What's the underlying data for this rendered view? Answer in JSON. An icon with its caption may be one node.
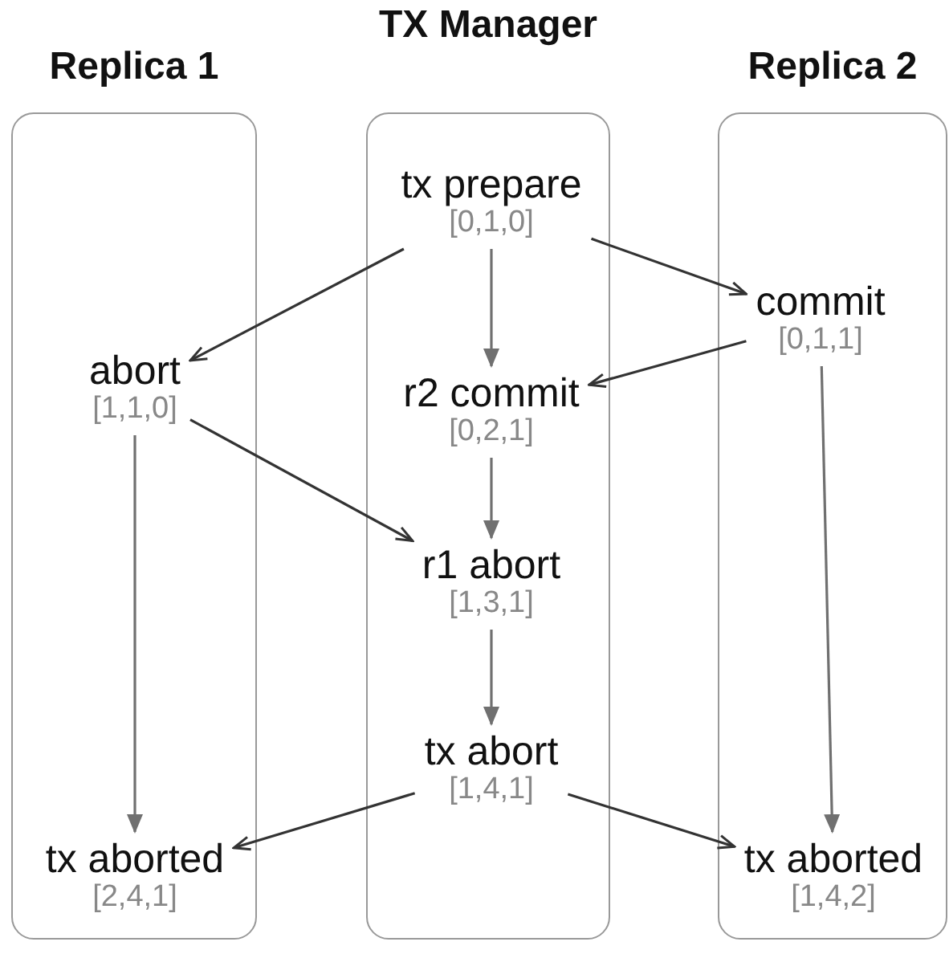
{
  "diagram": {
    "nodes": [
      {
        "text": [
          "Replica 1"
        ]
      },
      {
        "text": [
          "TX Manager"
        ]
      },
      {
        "text": [
          "Replica 2"
        ]
      },
      {
        "text": [
          "tx prepare",
          "[0,1,0]"
        ],
        "in": 1
      },
      {
        "text": [
          "commit",
          "[0,1,1]"
        ],
        "in": 2
      },
      {
        "text": [
          "abort",
          "[1,1,0]"
        ],
        "in": 0
      },
      {
        "text": [
          "r2 commit",
          "[0,2,1]"
        ],
        "in": 1
      },
      {
        "text": [
          "r1 abort",
          "[1,3,1]"
        ],
        "in": 1
      },
      {
        "text": [
          "tx abort",
          "[1,4,1]"
        ],
        "in": 1
      },
      {
        "text": [
          "tx aborted",
          "[2,4,1]"
        ],
        "in": 0
      },
      {
        "text": [
          "tx aborted",
          "[1,4,2]"
        ],
        "in": 2
      }
    ],
    "edges": [
      {
        "from": 3,
        "to": 5,
        "arrow": "to"
      },
      {
        "from": 3,
        "to": 6,
        "arrow": "to",
        "color": "#707070"
      },
      {
        "from": 3,
        "to": 4,
        "arrow": "to"
      },
      {
        "from": 4,
        "to": 6,
        "arrow": "to"
      },
      {
        "from": 4,
        "to": 10,
        "arrow": "to",
        "color": "#707070"
      },
      {
        "from": 5,
        "to": 7,
        "arrow": "to"
      },
      {
        "from": 5,
        "to": 9,
        "arrow": "to",
        "color": "#707070"
      },
      {
        "from": 6,
        "to": 7,
        "arrow": "to",
        "color": "#707070"
      },
      {
        "from": 7,
        "to": 8,
        "arrow": "to",
        "color": "#707070"
      },
      {
        "from": 8,
        "to": 9,
        "arrow": "to"
      },
      {
        "from": 8,
        "to": 10,
        "arrow": "to"
      }
    ]
  }
}
